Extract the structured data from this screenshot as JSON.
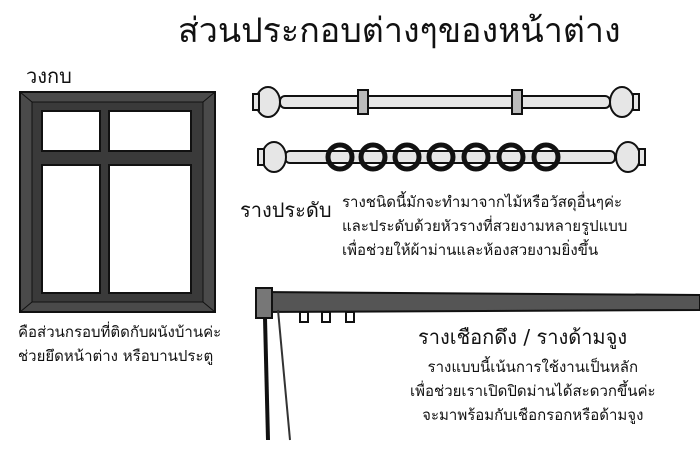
{
  "title": "ส่วนประกอบต่างๆของหน้าต่าง",
  "window_frame": {
    "label": "วงกบ",
    "description": [
      "คือส่วนกรอบที่ติดกับผนังบ้านค่ะ",
      "ช่วยยึดหน้าต่าง หรือบานประตู"
    ]
  },
  "decorative_rod": {
    "label": "รางประดับ",
    "description": [
      "รางชนิดนี้มักจะทำมาจากไม้หรือวัสดุอื่นๆค่ะ",
      "และประดับด้วยหัวรางที่สวยงามหลายรูปแบบ",
      "เพื่อช่วยให้ผ้าม่านและห้องสวยงามยิ่งขึ้น"
    ]
  },
  "track_rod": {
    "label": "รางเชือกดึง / รางด้ามจูง",
    "description": [
      "รางแบบนี้เน้นการใช้งานเป็นหลัก",
      "เพื่อช่วยเราเปิดปิดม่านได้สะดวกขึ้นค่ะ",
      "จะมาพร้อมกับเชือกรอกหรือด้ามจูง"
    ]
  },
  "colors": {
    "ink": "#111111",
    "frame": "#4a4a4a",
    "rod": "#dcdcdc"
  }
}
